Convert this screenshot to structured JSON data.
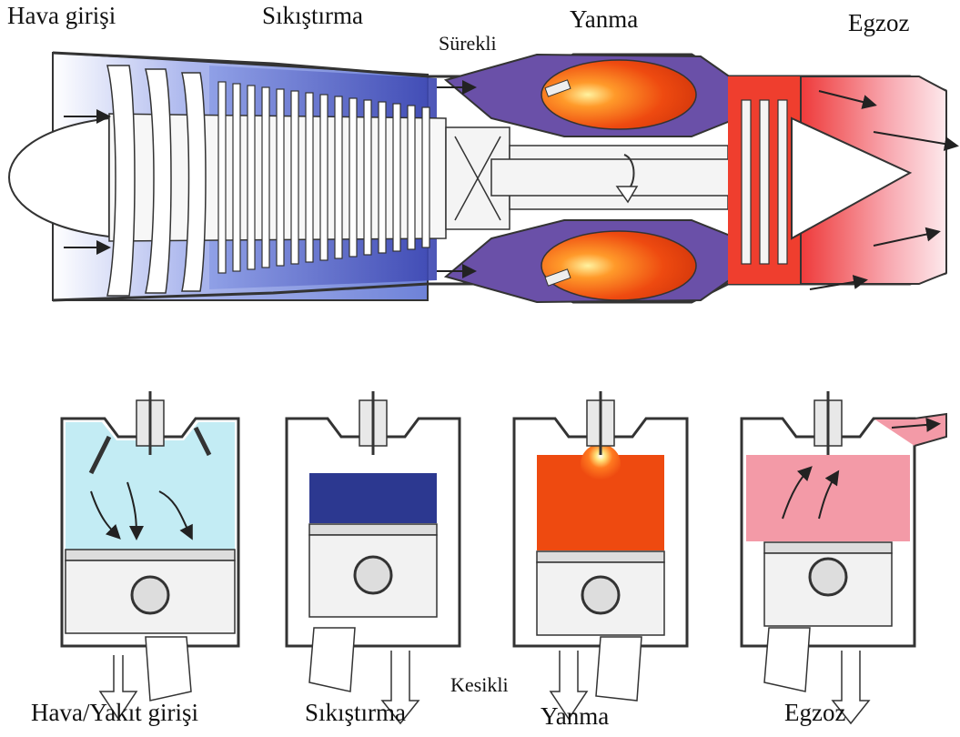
{
  "turbine": {
    "labels": {
      "intake": "Hava girişi",
      "compression": "Sıkıştırma",
      "mode": "Sürekli",
      "combustion": "Yanma",
      "exhaust": "Egzoz"
    }
  },
  "piston": {
    "mode": "Kesikli",
    "strokes": [
      {
        "label": "Hava/Yakıt girişi",
        "chamber_color": "#c3ecf4"
      },
      {
        "label": "Sıkıştırma",
        "chamber_color": "#2c3890"
      },
      {
        "label": "Yanma",
        "chamber_color": "#ee4a10"
      },
      {
        "label": "Egzoz",
        "chamber_color": "#f39aa7"
      }
    ]
  },
  "colors": {
    "cold_air": "#6f86d4",
    "compressed_air": "#5464c8",
    "combustion": "#e8461a",
    "exhaust": "#f07080",
    "metal": "#f5f5f5",
    "outline": "#333333"
  }
}
